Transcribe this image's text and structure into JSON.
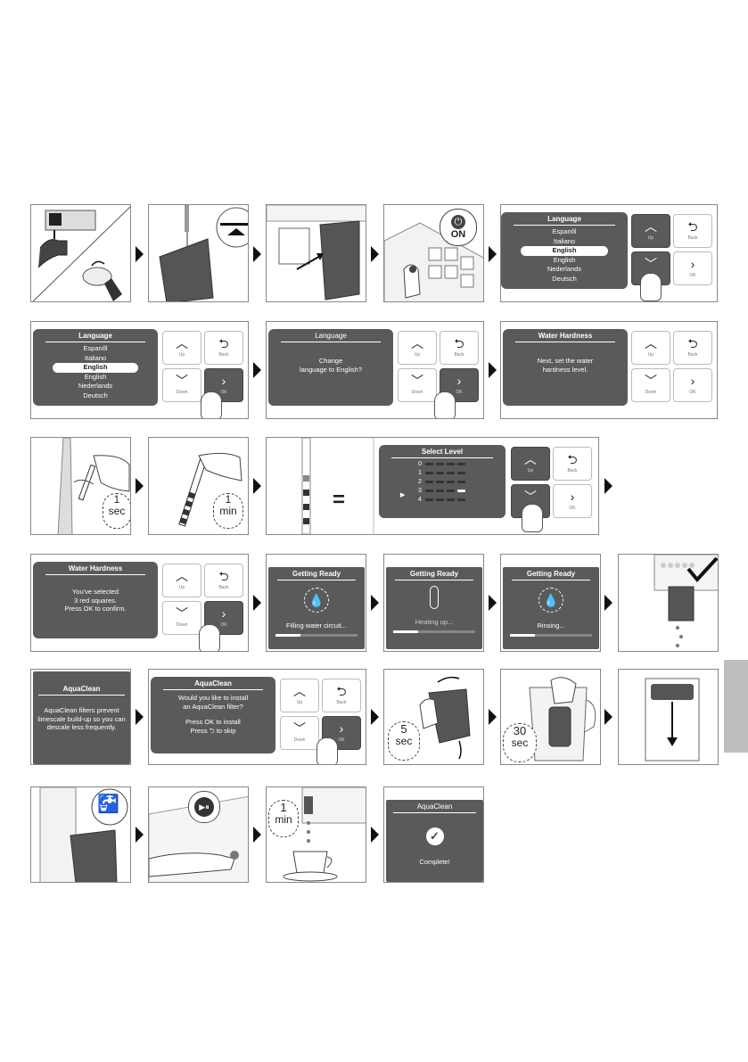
{
  "row2": {
    "screen1": {
      "title": "Language",
      "items": [
        "Espanõl",
        "Italiano",
        "English",
        "English",
        "Nederlands",
        "Deutsch"
      ]
    },
    "screen2": {
      "title": "Language",
      "message": "Change\nlanguage to English?"
    },
    "screen3": {
      "title": "Water Hardness",
      "message": "Next, set the water\nhardness level."
    }
  },
  "row1": {
    "on_label": "ON",
    "screen": {
      "title": "Language",
      "items": [
        "Espanõl",
        "Italiano",
        "English",
        "English",
        "Nederlands",
        "Deutsch"
      ]
    }
  },
  "buttons": {
    "up": "Up",
    "back": "Back",
    "down": "Down",
    "ok": "OK"
  },
  "row3": {
    "timer1": {
      "value": "1",
      "unit": "sec"
    },
    "timer2": {
      "value": "1",
      "unit": "min"
    },
    "equals": "=",
    "level_title": "Select Level",
    "levels": [
      "0",
      "1",
      "2",
      "3",
      "4"
    ]
  },
  "row4": {
    "hardness": {
      "title": "Water Hardness",
      "lines": [
        "You've selected",
        "3 red squares.",
        "Press  OK  to confirm."
      ]
    },
    "ready1": {
      "title": "Getting Ready",
      "status": "Filling water circuit...",
      "progress": 0.3
    },
    "ready2": {
      "title": "Getting Ready",
      "status": "Heating up...",
      "progress": 0.3
    },
    "ready3": {
      "title": "Getting Ready",
      "status": "Rinsing...",
      "progress": 0.3
    }
  },
  "row5": {
    "aquaclean_info": {
      "title": "AquaClean",
      "lines": [
        "AquaClean filters prevent",
        "limescale build-up so you can",
        "descale less frequently."
      ]
    },
    "aquaclean_ask": {
      "title": "AquaClean",
      "lines": [
        "Would you like to install",
        "an AquaClean filter?"
      ],
      "install": "Press  OK   to install",
      "skip": "Press  ⮌   to skip"
    },
    "timer3": {
      "value": "5",
      "unit": "sec"
    },
    "timer4": {
      "value": "30",
      "unit": "sec"
    }
  },
  "row6": {
    "timer5": {
      "value": "1",
      "unit": "min"
    },
    "complete": {
      "title": "AquaClean",
      "status": "Complete!"
    }
  },
  "icons": [
    "power-icon",
    "water-drop-icon",
    "thermometer-icon",
    "refresh-icon",
    "checkmark-icon",
    "tap-icon",
    "play-pause-icon",
    "back-arrow-icon",
    "chevron-up-icon",
    "chevron-down-icon",
    "chevron-right-icon"
  ]
}
